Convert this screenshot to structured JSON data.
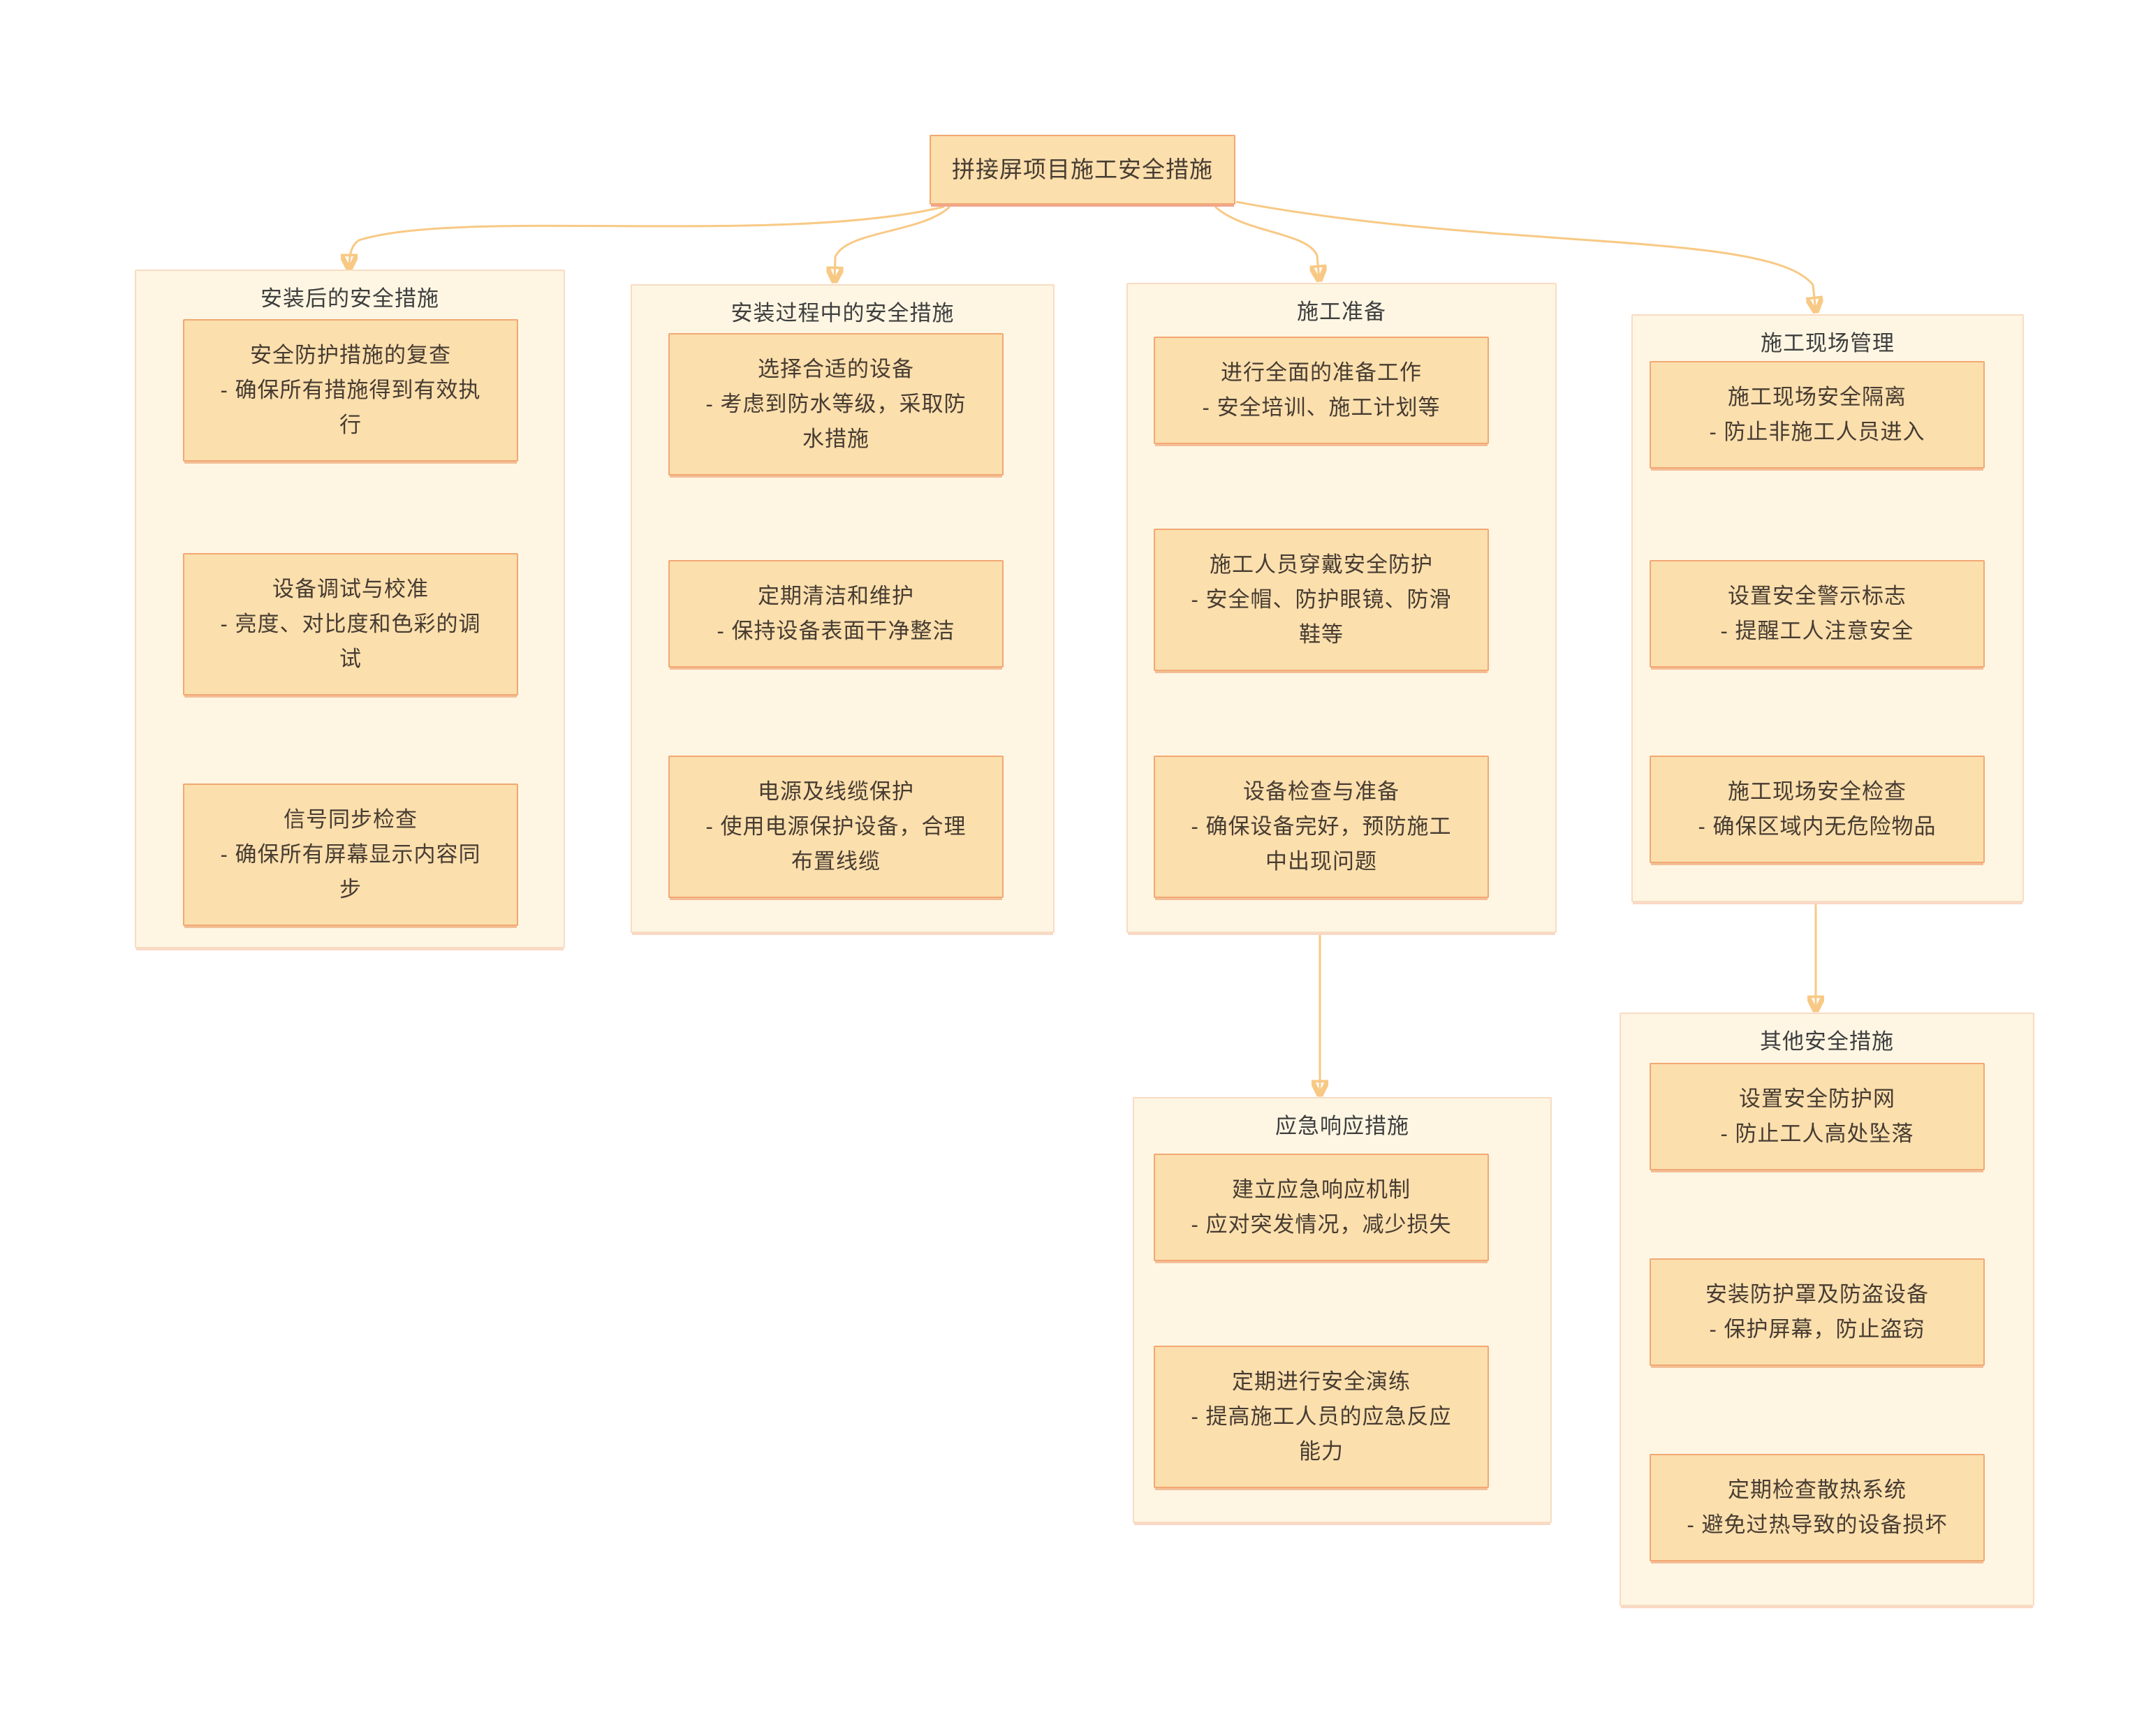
{
  "root": {
    "label": "拼接屏项目施工安全措施"
  },
  "colors": {
    "node_fill": "#FBDFAD",
    "node_border": "#F2A873",
    "group_fill": "#FEF6E3",
    "group_border": "#F8DCC2",
    "connector": "#F8C985",
    "arrowhead": "#F7BC62",
    "text": "#473C32",
    "title_text": "#3E3E3E"
  },
  "groups": [
    {
      "title": "安装后的安全措施",
      "nodes": [
        {
          "title": "安全防护措施的复查",
          "desc": "- 确保所有措施得到有效执\n行"
        },
        {
          "title": "设备调试与校准",
          "desc": "- 亮度、对比度和色彩的调\n试"
        },
        {
          "title": "信号同步检查",
          "desc": "- 确保所有屏幕显示内容同\n步"
        }
      ]
    },
    {
      "title": "安装过程中的安全措施",
      "nodes": [
        {
          "title": "选择合适的设备",
          "desc": "- 考虑到防水等级，采取防\n水措施"
        },
        {
          "title": "定期清洁和维护",
          "desc": "- 保持设备表面干净整洁"
        },
        {
          "title": "电源及线缆保护",
          "desc": "- 使用电源保护设备，合理\n布置线缆"
        }
      ]
    },
    {
      "title": "施工准备",
      "nodes": [
        {
          "title": "进行全面的准备工作",
          "desc": "- 安全培训、施工计划等"
        },
        {
          "title": "施工人员穿戴安全防护",
          "desc": "- 安全帽、防护眼镜、防滑\n鞋等"
        },
        {
          "title": "设备检查与准备",
          "desc": "- 确保设备完好，预防施工\n中出现问题"
        }
      ]
    },
    {
      "title": "施工现场管理",
      "nodes": [
        {
          "title": "施工现场安全隔离",
          "desc": "- 防止非施工人员进入"
        },
        {
          "title": "设置安全警示标志",
          "desc": "- 提醒工人注意安全"
        },
        {
          "title": "施工现场安全检查",
          "desc": "- 确保区域内无危险物品"
        }
      ]
    },
    {
      "title": "应急响应措施",
      "nodes": [
        {
          "title": "建立应急响应机制",
          "desc": "- 应对突发情况，减少损失"
        },
        {
          "title": "定期进行安全演练",
          "desc": "- 提高施工人员的应急反应\n能力"
        }
      ]
    },
    {
      "title": "其他安全措施",
      "nodes": [
        {
          "title": "设置安全防护网",
          "desc": "- 防止工人高处坠落"
        },
        {
          "title": "安装防护罩及防盗设备",
          "desc": "- 保护屏幕，防止盗窃"
        },
        {
          "title": "定期检查散热系统",
          "desc": "- 避免过热导致的设备损坏"
        }
      ]
    }
  ]
}
